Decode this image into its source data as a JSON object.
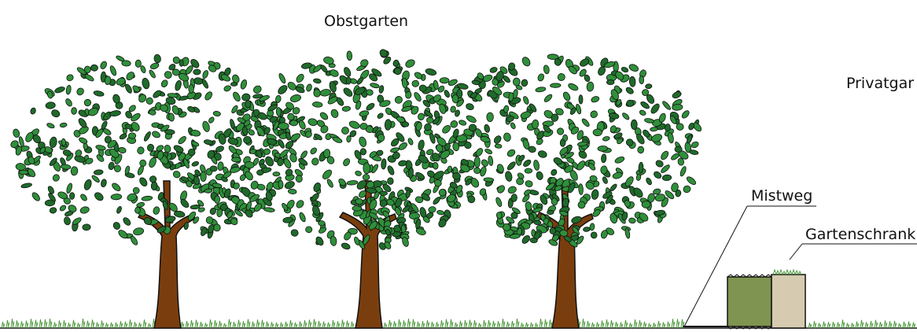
{
  "labels": {
    "title": "Obstgarten",
    "private_garden": "Privatgar",
    "path": "Mistweg",
    "cabinet": "Gartenschrank"
  },
  "trees": [
    {
      "name": "tree-left"
    },
    {
      "name": "tree-middle"
    },
    {
      "name": "tree-right"
    }
  ],
  "colors": {
    "leaf": "#2f8f3a",
    "leaf_dark": "#1f6a2a",
    "trunk": "#7a3e0e",
    "grass": "#4f9a3e",
    "compost_box": "#7f9450",
    "cabinet_box": "#d6cbb0",
    "ink": "#111111"
  },
  "icons": {
    "tree": "tree-icon",
    "grass": "grass-icon"
  }
}
